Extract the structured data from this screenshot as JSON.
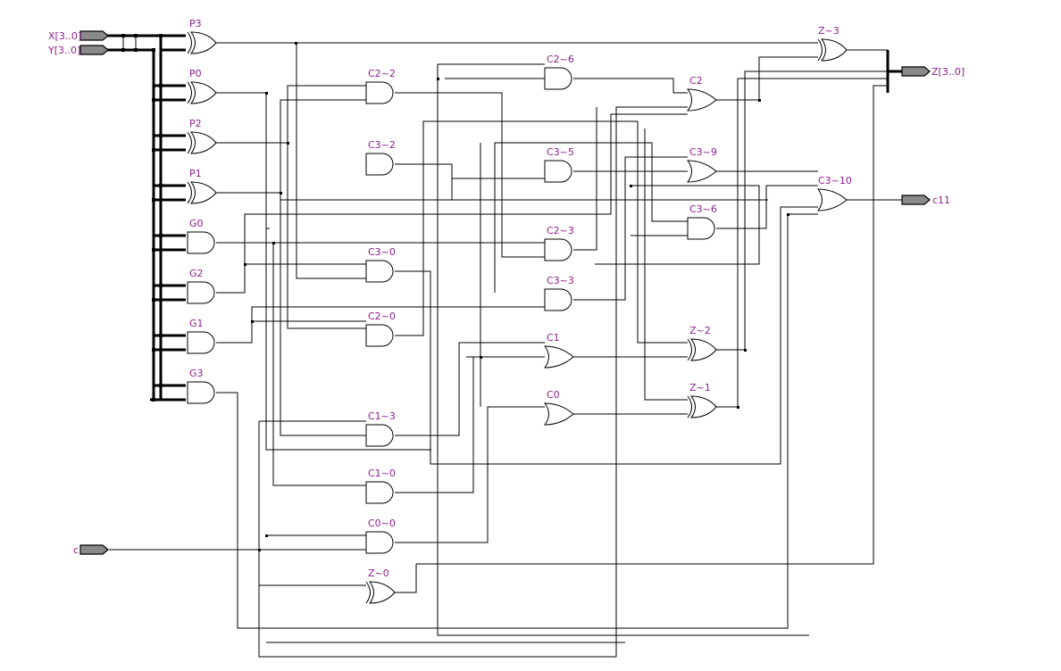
{
  "colors": {
    "label": "#8e1e8e",
    "wire": "#000000",
    "port_fill": "#8a8a8a",
    "background": "#ffffff"
  },
  "ports": {
    "x_in": "X[3..0]",
    "y_in": "Y[3..0]",
    "c_in": "c",
    "z_out": "Z[3..0]",
    "c11_out": "c11"
  },
  "gates": {
    "p3": "P3",
    "p0": "P0",
    "p2": "P2",
    "p1": "P1",
    "g0": "G0",
    "g2": "G2",
    "g1": "G1",
    "g3": "G3",
    "c2_2": "C2~2",
    "c3_2": "C3~2",
    "c3_0": "C3~0",
    "c2_0": "C2~0",
    "c1_3": "C1~3",
    "c1_0": "C1~0",
    "c0_0": "C0~0",
    "z_0": "Z~0",
    "c2_6": "C2~6",
    "c3_5": "C3~5",
    "c2_3": "C2~3",
    "c3_3": "C3~3",
    "c1": "C1",
    "c0": "C0",
    "c2": "C2",
    "c3_9": "C3~9",
    "c3_6": "C3~6",
    "z_2": "Z~2",
    "z_1": "Z~1",
    "z_3": "Z~3",
    "c3_10": "C3~10"
  }
}
